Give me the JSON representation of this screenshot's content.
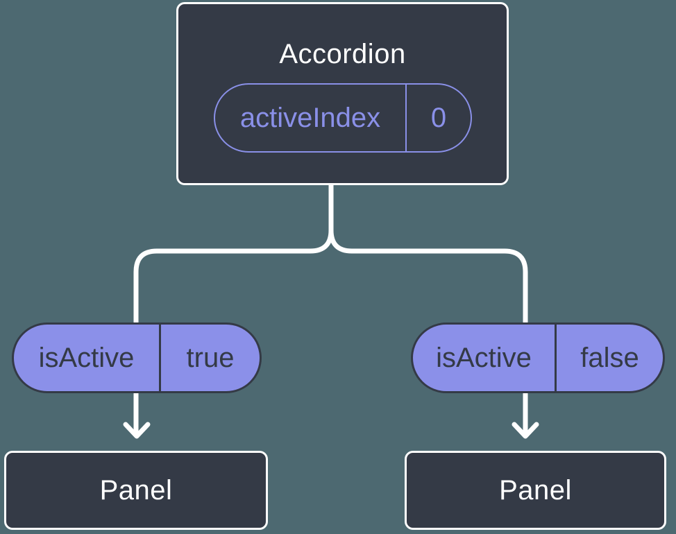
{
  "colors": {
    "background": "#4D6971",
    "node_background": "#343A46",
    "node_border": "#FFFFFF",
    "accent_purple": "#8A90E8",
    "pill_fill": "#8B90E9",
    "pill_text_dark": "#343A46",
    "line_white": "#FFFFFF"
  },
  "root_node": {
    "title": "Accordion",
    "state_pill": {
      "name": "activeIndex",
      "value": "0"
    }
  },
  "children": [
    {
      "state_pill": {
        "name": "isActive",
        "value": "true"
      },
      "node": {
        "title": "Panel"
      }
    },
    {
      "state_pill": {
        "name": "isActive",
        "value": "false"
      },
      "node": {
        "title": "Panel"
      }
    }
  ]
}
